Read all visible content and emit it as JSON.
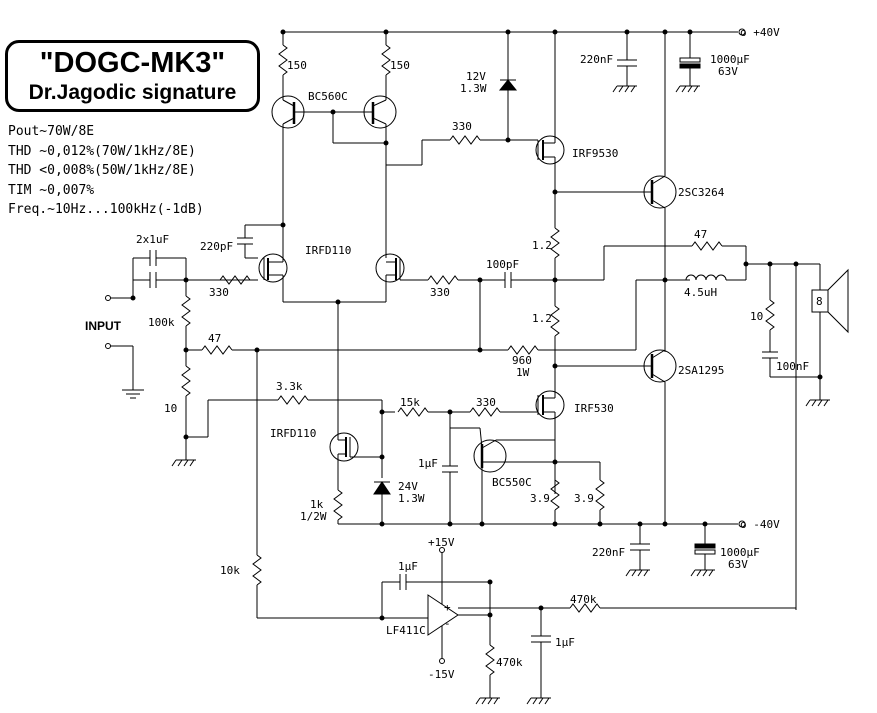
{
  "title": "\"DOGC-MK3\"",
  "subtitle": "Dr.Jagodic signature",
  "specs": [
    "Pout~70W/8E",
    "THD ~0,012%(70W/1kHz/8E)",
    "THD <0,008%(50W/1kHz/8E)",
    "TIM ~0,007%",
    "Freq.~10Hz...100kHz(-1dB)"
  ],
  "rails": {
    "pos40": "o +40V",
    "neg40": "o -40V",
    "pos15": "+15V",
    "neg15": "-15V"
  },
  "labels": {
    "input": "INPUT",
    "r150a": "150",
    "r150b": "150",
    "bc560c": "BC560C",
    "z12v": "12V",
    "z12w": "1.3W",
    "r330_top": "330",
    "irf9530": "IRF9530",
    "c220n_top": "220nF",
    "c1000u_top": "1000µF",
    "v63_top": "63V",
    "q2sc3264": "2SC3264",
    "c2x1uf": "2x1uF",
    "c220pf": "220pF",
    "irfd110_top": "IRFD110",
    "r330_in": "330",
    "r330_mid": "330",
    "c100pf": "100pF",
    "r1_2a": "1.2",
    "r1_2b": "1.2",
    "r47_out": "47",
    "l45uh": "4.5uH",
    "r100k": "100k",
    "r47_in": "47",
    "r10_out": "10",
    "c100nf": "100nF",
    "spk": "8",
    "r960": "960",
    "r960w": "1W",
    "q2sa1295": "2SA1295",
    "r10_in": "10",
    "r3_3k": "3.3k",
    "r15k": "15k",
    "r330_bot": "330",
    "irf530": "IRF530",
    "irfd110_bot": "IRFD110",
    "c1uf_mid": "1µF",
    "z24v": "24V",
    "z24w": "1.3W",
    "bc550c": "BC550C",
    "r3_9a": "3.9",
    "r3_9b": "3.9",
    "r1k": "1k",
    "r1kw": "1/2W",
    "c220n_bot": "220nF",
    "c1000u_bot": "1000µF",
    "v63_bot": "63V",
    "r10k": "10k",
    "c1uf_int": "1µF",
    "lf411c": "LF411C",
    "r470k_fb": "470k",
    "r470k_gnd": "470k",
    "c1uf_gnd": "1µF",
    "plus": "+",
    "minus": "-"
  }
}
